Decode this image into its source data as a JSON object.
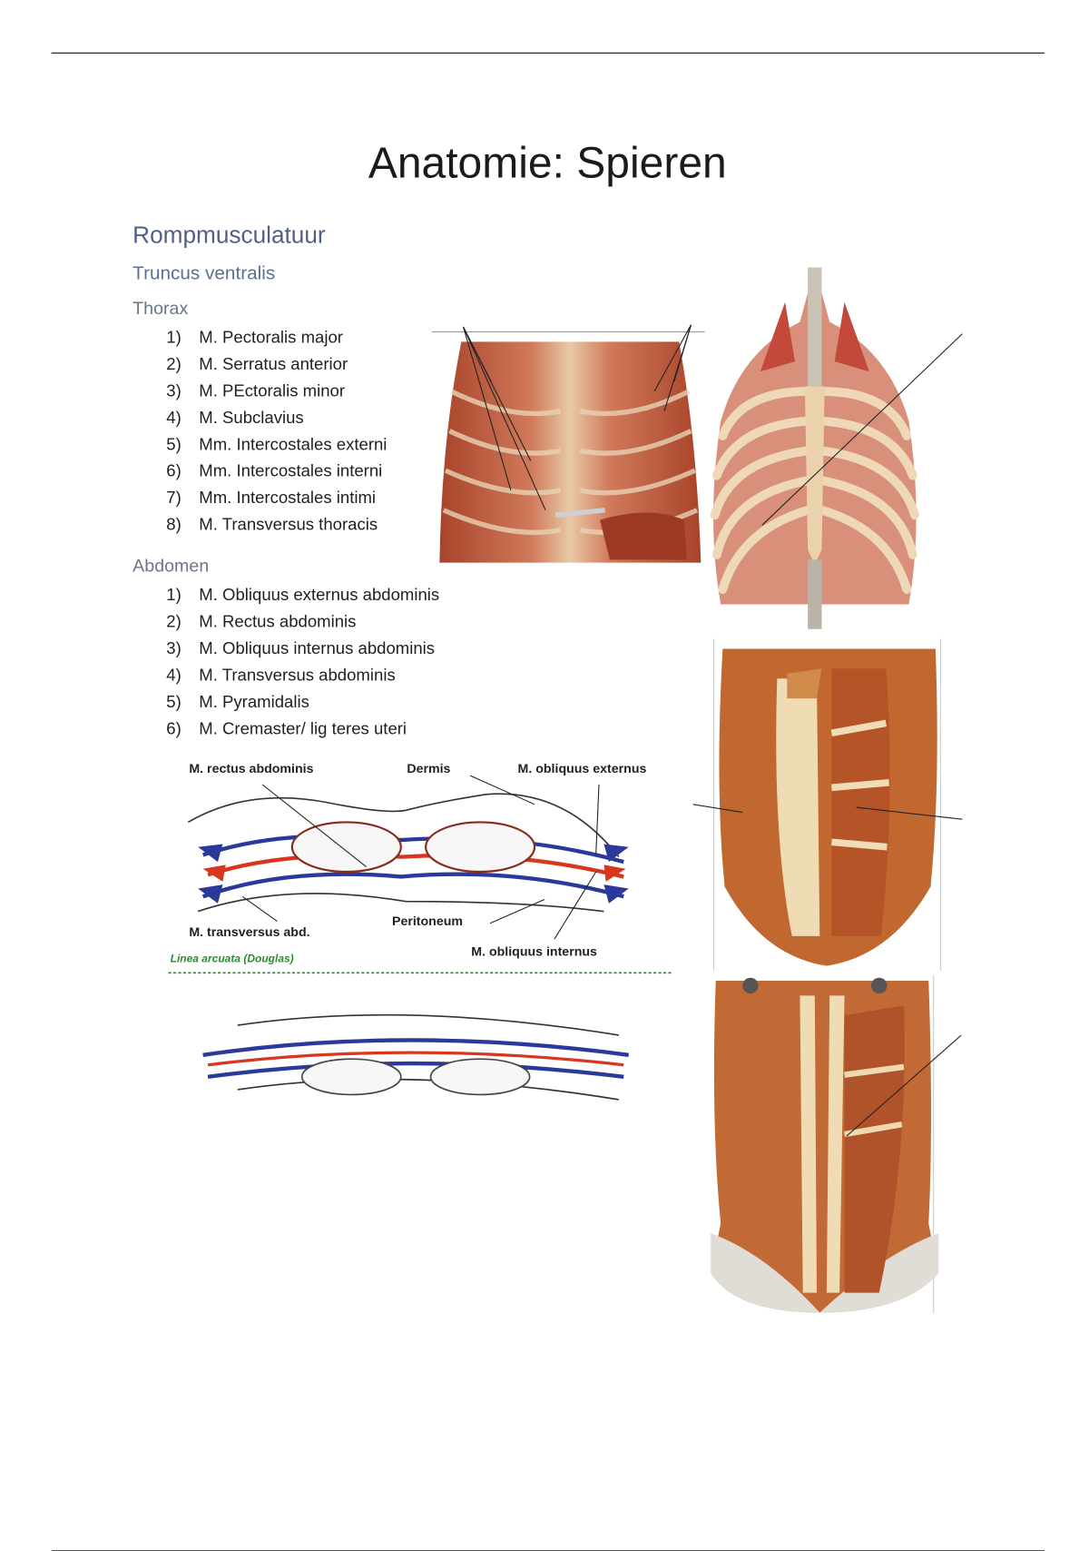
{
  "title": "Anatomie: Spieren",
  "heading1": "Rompmusculatuur",
  "heading2": "Truncus ventralis",
  "thorax": {
    "heading": "Thorax",
    "items": [
      {
        "num": "1)",
        "label": "M. Pectoralis major"
      },
      {
        "num": "2)",
        "label": "M. Serratus anterior"
      },
      {
        "num": "3)",
        "label": "M. PEctoralis minor"
      },
      {
        "num": "4)",
        "label": "M. Subclavius"
      },
      {
        "num": "5)",
        "label": "Mm. Intercostales externi"
      },
      {
        "num": "6)",
        "label": "Mm. Intercostales interni"
      },
      {
        "num": "7)",
        "label": "Mm. Intercostales intimi"
      },
      {
        "num": "8)",
        "label": "M. Transversus thoracis"
      }
    ]
  },
  "abdomen": {
    "heading": "Abdomen",
    "items": [
      {
        "num": "1)",
        "label": "M. Obliquus externus abdominis"
      },
      {
        "num": "2)",
        "label": "M. Rectus abdominis"
      },
      {
        "num": "3)",
        "label": "M. Obliquus internus abdominis"
      },
      {
        "num": "4)",
        "label": "M. Transversus abdominis"
      },
      {
        "num": "5)",
        "label": "M. Pyramidalis"
      },
      {
        "num": "6)",
        "label": "M. Cremaster/ lig teres uteri"
      }
    ]
  },
  "diagram": {
    "labels": {
      "rectus": "M. rectus abdominis",
      "dermis": "Dermis",
      "obliquus_externus": "M. obliquus externus",
      "transversus": "M. transversus abd.",
      "peritoneum": "Peritoneum",
      "obliquus_internus": "M. obliquus internus",
      "linea": "Linea arcuata (Douglas)"
    },
    "colors": {
      "blue": "#2b3a9a",
      "red": "#d8361f",
      "green": "#2f8a2f"
    }
  }
}
